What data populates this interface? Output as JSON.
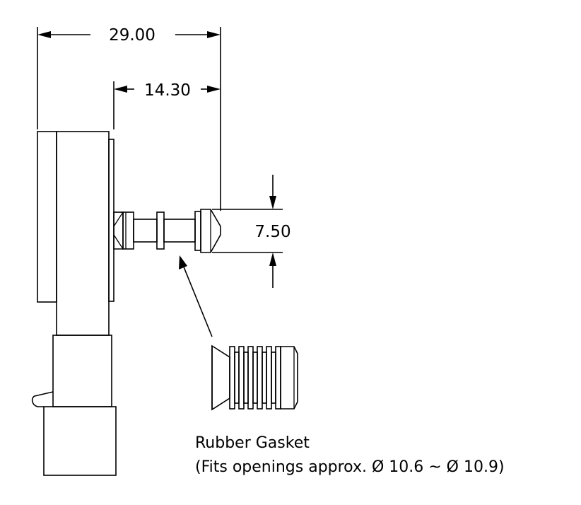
{
  "dimensions": {
    "overall_width": "29.00",
    "stem_length": "14.30",
    "tip_diameter": "7.50"
  },
  "gasket_note": {
    "title": "Rubber Gasket",
    "detail": "(Fits openings approx. Ø 10.6 ~ Ø 10.9)"
  }
}
